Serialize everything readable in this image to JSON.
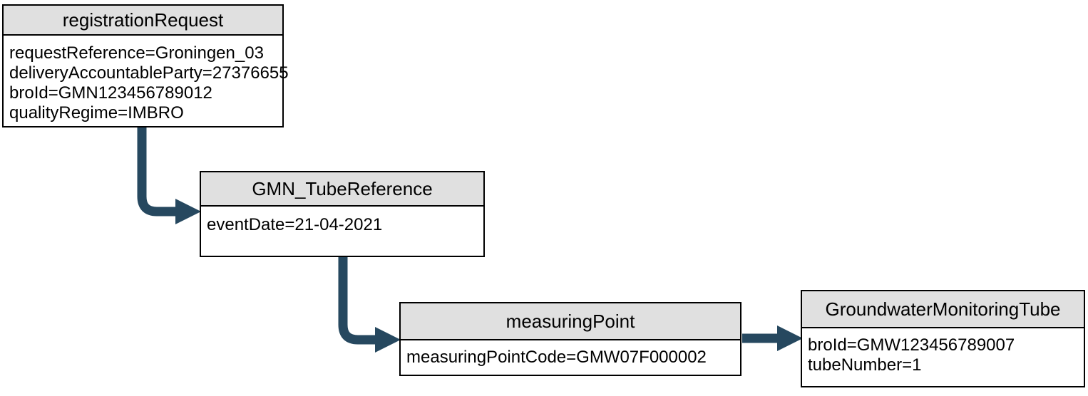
{
  "colors": {
    "arrow": "#26485f",
    "node_header_bg": "#e0e0e0",
    "node_border": "#000000",
    "node_body_bg": "#ffffff"
  },
  "nodes": [
    {
      "title": "registrationRequest",
      "attributes": [
        "requestReference=Groningen_03",
        "deliveryAccountableParty=27376655",
        "broId=GMN123456789012",
        "qualityRegime=IMBRO"
      ]
    },
    {
      "title": "GMN_TubeReference",
      "attributes": [
        "eventDate=21-04-2021"
      ]
    },
    {
      "title": "measuringPoint",
      "attributes": [
        "measuringPointCode=GMW07F000002"
      ]
    },
    {
      "title": "GroundwaterMonitoringTube",
      "attributes": [
        "broId=GMW123456789007",
        "tubeNumber=1"
      ]
    }
  ],
  "edges": [
    {
      "from": "registrationRequest",
      "to": "GMN_TubeReference",
      "style": "elbow-arrow"
    },
    {
      "from": "GMN_TubeReference",
      "to": "measuringPoint",
      "style": "elbow-arrow"
    },
    {
      "from": "measuringPoint",
      "to": "GroundwaterMonitoringTube",
      "style": "straight-arrow"
    }
  ]
}
